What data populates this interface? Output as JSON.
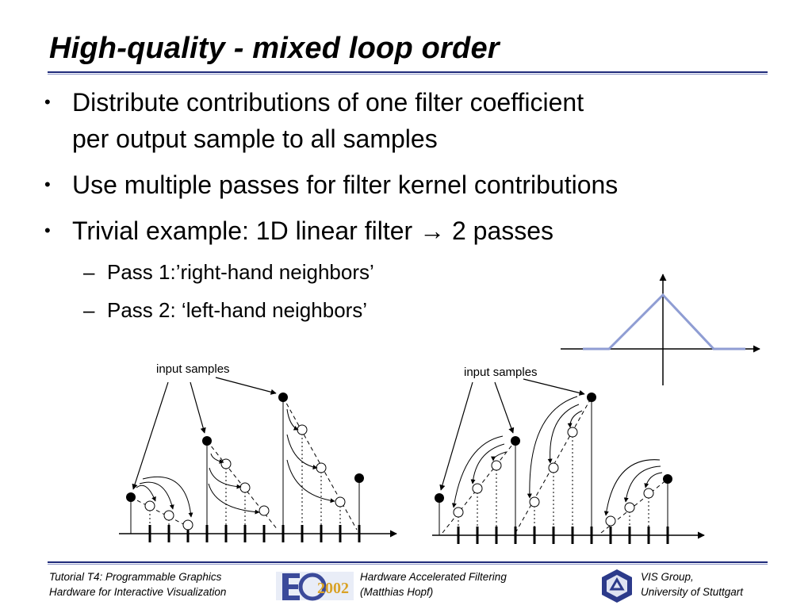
{
  "slide": {
    "title": "High-quality - mixed loop order",
    "bullets": [
      {
        "line1": "Distribute contributions of one filter coefficient",
        "line2": "per output sample to all samples"
      },
      {
        "line1": "Use multiple passes for filter kernel contributions"
      },
      {
        "line1": "Trivial example: 1D linear filter",
        "arrow": "→",
        "after": "2 passes"
      }
    ],
    "subbullets": [
      "Pass 1:’right-hand neighbors’",
      "Pass 2: ‘left-hand neighbors’"
    ],
    "bullet_glyph": "•",
    "sub_glyph": "–"
  },
  "diagrams": {
    "left_label": "input samples",
    "right_label": "input samples"
  },
  "footer": {
    "left_line1": "Tutorial T4: Programmable Graphics",
    "left_line2": "Hardware for Interactive Visualization",
    "logo_text": "EG2002",
    "middle_line1": "Hardware Accelerated Filtering",
    "middle_line2": "(Matthias Hopf)",
    "right_line1": "VIS Group,",
    "right_line2": "University of Stuttgart"
  },
  "colors": {
    "rule_dark": "#1e2a7a",
    "rule_light": "#8d95c8",
    "filter_line": "#8f9dd3"
  }
}
